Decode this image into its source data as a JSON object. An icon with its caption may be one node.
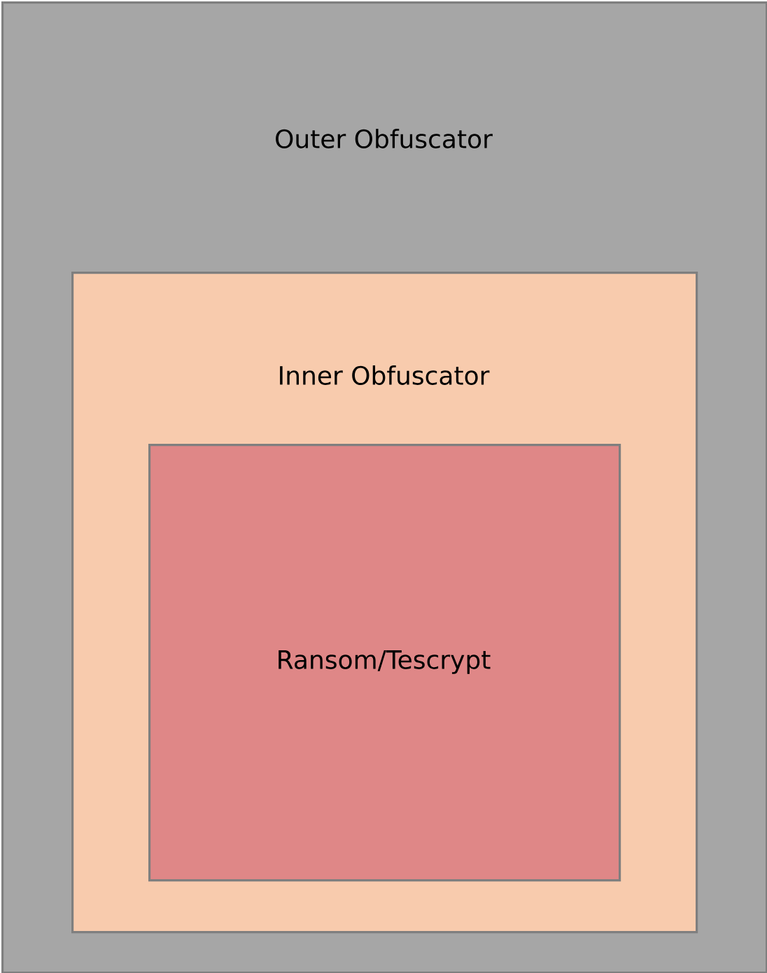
{
  "diagram": {
    "nodes": [
      {
        "text": [
          "Outer Obfuscator"
        ]
      },
      {
        "text": [
          "Inner Obfuscator"
        ],
        "in": 0
      },
      {
        "text": [
          "Ransom/Tescrypt"
        ],
        "in": 1
      }
    ]
  }
}
